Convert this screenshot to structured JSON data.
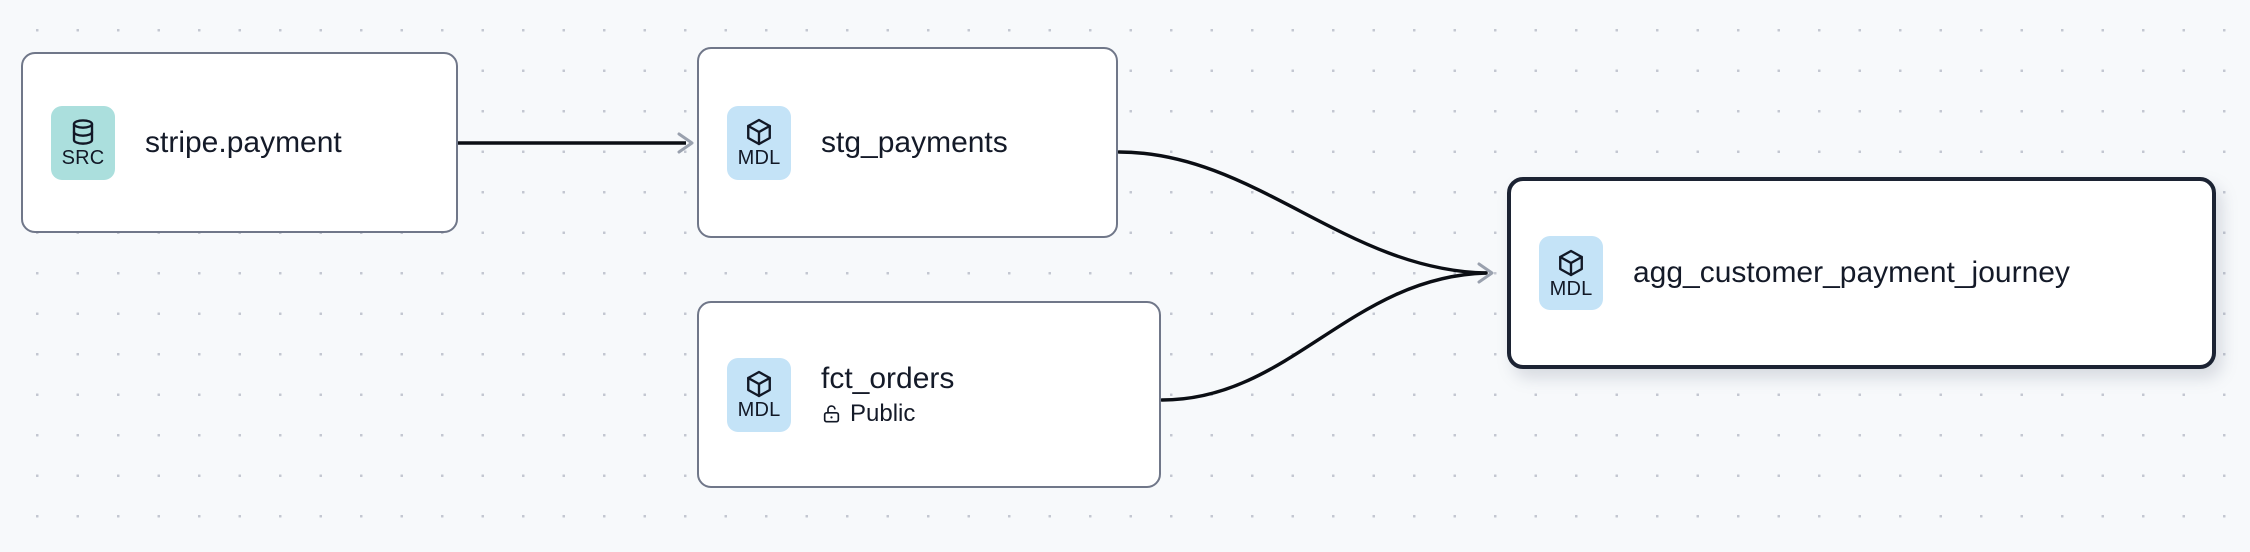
{
  "graph": {
    "title": "data lineage graph",
    "background_color": "#f7f9fb",
    "grid": "dot-grid",
    "nodes": [
      {
        "id": "stripe-payment",
        "label": "stripe.payment",
        "badge_text": "SRC",
        "badge_icon": "database-icon",
        "badge_color": "#abdfdd",
        "selected": false,
        "sublabel": null,
        "sublabel_icon": null
      },
      {
        "id": "stg-payments",
        "label": "stg_payments",
        "badge_text": "MDL",
        "badge_icon": "cube-icon",
        "badge_color": "#c4e3f7",
        "selected": false,
        "sublabel": null,
        "sublabel_icon": null
      },
      {
        "id": "fct-orders",
        "label": "fct_orders",
        "badge_text": "MDL",
        "badge_icon": "cube-icon",
        "badge_color": "#c4e3f7",
        "selected": false,
        "sublabel": "Public",
        "sublabel_icon": "unlock-icon"
      },
      {
        "id": "agg-journey",
        "label": "agg_customer_payment_journey",
        "badge_text": "MDL",
        "badge_icon": "cube-icon",
        "badge_color": "#c4e3f7",
        "selected": true,
        "selected_border_color": "#1c2333",
        "sublabel": null,
        "sublabel_icon": null
      }
    ],
    "edges": [
      {
        "id": "edge-stripe-to-stg",
        "from": "stripe-payment",
        "to": "stg-payments",
        "style": "straight",
        "arrowhead": "chevron"
      },
      {
        "id": "edge-stg-to-agg",
        "from": "stg-payments",
        "to": "agg-journey",
        "style": "bezier",
        "arrowhead": "chevron"
      },
      {
        "id": "edge-fct-to-agg",
        "from": "fct-orders",
        "to": "agg-journey",
        "style": "bezier",
        "arrowhead": "chevron"
      }
    ],
    "edge_color": "#0b0e14",
    "arrowhead_color": "#9aa1ae",
    "node_border_color": "#707789"
  }
}
